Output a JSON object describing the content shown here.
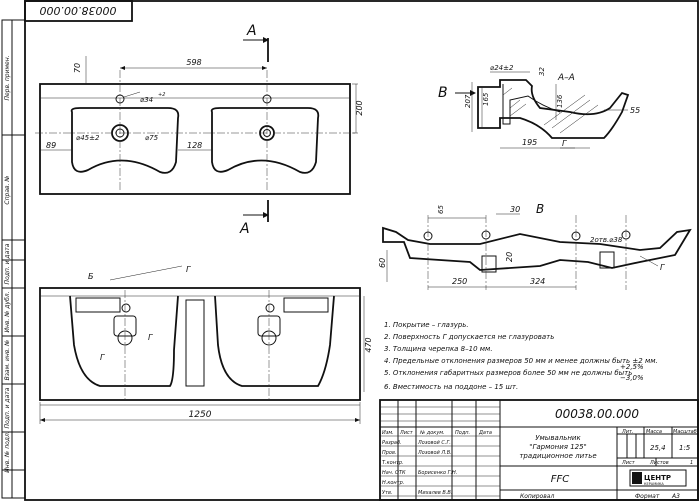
{
  "document": {
    "number": "00038.00.000",
    "number_rotated": "00038.00.000"
  },
  "side_column_labels": [
    "Перв. примен.",
    "Справ. №",
    "Подп. и дата",
    "Инв. № дубл.",
    "Взам. инв. №",
    "Подп. и дата",
    "Инв. № подл."
  ],
  "section_labels": {
    "cut_a_top": "A",
    "cut_a_bottom": "A",
    "section_title": "A–A",
    "view_b_arrow": "B",
    "view_b_title": "B",
    "surface_g": "Г",
    "surface_g2": "Г",
    "surface_g3": "Г",
    "surface_g4": "Г",
    "surface_g5": "Г",
    "view_b_label": "Б"
  },
  "dimensions_top_view": {
    "d70": "70",
    "d598": "598",
    "d34": "⌀34",
    "d34_tol": "+2",
    "d200": "200",
    "d45": "⌀45±2",
    "d75": "⌀75",
    "d89": "89",
    "d128": "128"
  },
  "dimensions_section": {
    "d24": "⌀24±2",
    "d32": "32",
    "d165": "165",
    "d207": "207",
    "d136": "136",
    "d55": "55",
    "d195": "195"
  },
  "dimensions_view_b": {
    "d65": "65",
    "d30": "30",
    "d20": "20",
    "d38": "2отв.⌀38",
    "d60": "60",
    "d250": "250",
    "d324": "324"
  },
  "dimensions_bottom_view": {
    "d470": "470",
    "d1250": "1250"
  },
  "notes": [
    "1. Покрытие – глазурь.",
    "2. Поверхность Г допускается не глазуровать",
    "3. Толщина черепка 8–10 мм.",
    "4. Предельные отклонения размеров 50 мм и менее должны быть ±2 мм.",
    "5. Отклонения габаритных размеров более 50 мм не должны быть",
    "6. Вместимость на поддоне – 15 шт."
  ],
  "note5_tolerance": {
    "plus": "+2,5%",
    "minus": "−3,0%"
  },
  "title_block": {
    "designation": "00038.00.000",
    "name_lines": [
      "Умывальник",
      "\"Гармония 125\"",
      "традиционное литье"
    ],
    "col_lit": "Лит.",
    "col_mass": "Масса",
    "col_scale": "Масштаб",
    "mass": "25,4",
    "scale": "1:5",
    "sheet_label": "Лист",
    "sheets_label": "Листов",
    "sheets_count": "1",
    "org_code": "FFC",
    "org_logo": "ЦЕНТР",
    "org_logo_sub": "КЕРАМИКА",
    "roles": [
      "Изм.",
      "Лист",
      "№ докум.",
      "Подп.",
      "Дата"
    ],
    "rows": [
      {
        "role": "Разраб.",
        "name": "Лозовой С.Г."
      },
      {
        "role": "Пров.",
        "name": "Лозовой Л.В."
      },
      {
        "role": "Т.контр.",
        "name": ""
      },
      {
        "role": "Нач. ОТК",
        "name": "Борисенко Г.Н."
      },
      {
        "role": "Н.контр.",
        "name": ""
      },
      {
        "role": "Утв.",
        "name": "Михалев В.В."
      }
    ],
    "copied": "Копировал",
    "format_label": "Формат",
    "format": "А3"
  }
}
